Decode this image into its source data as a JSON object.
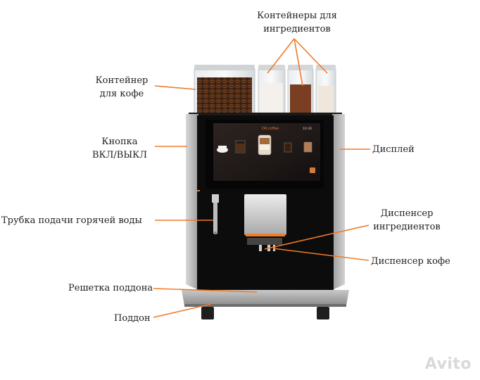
{
  "labels": {
    "ingredient_containers_line1": "Контейнеры для",
    "ingredient_containers_line2": "ингредиентов",
    "coffee_container_line1": "Контейнер",
    "coffee_container_line2": "для кофе",
    "power_button_line1": "Кнопка",
    "power_button_line2": "ВКЛ/ВЫКЛ",
    "display": "Дисплей",
    "hot_water_tube": "Трубка подачи горячей воды",
    "ingredient_dispenser_line1": "Диспенсер",
    "ingredient_dispenser_line2": "ингредиентов",
    "coffee_dispenser": "Диспенсер кофе",
    "drip_grate": "Решетка поддона",
    "drip_tray": "Поддон"
  },
  "screen": {
    "brand": "DR.coffee",
    "time": "10:30"
  },
  "watermark": "Avito",
  "colors": {
    "leader_line": "#f07a28",
    "machine_body": "#0c0c0c",
    "machine_side": "#b9b9b9",
    "accent_strip": "#ef7d2a"
  }
}
